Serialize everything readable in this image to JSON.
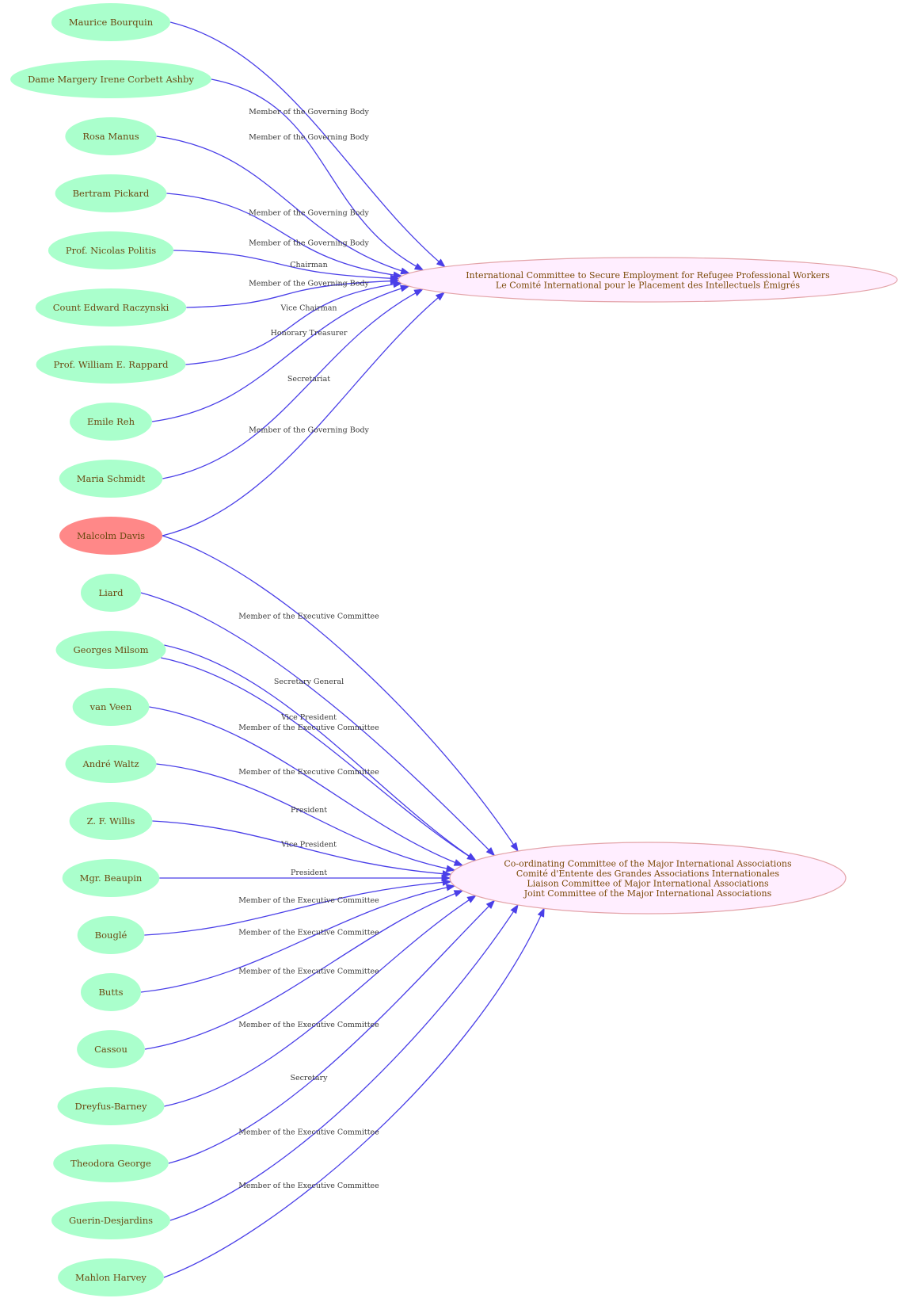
{
  "colors": {
    "person_fill": "#aaffcc",
    "highlight_fill": "#ff8888",
    "org_fill": "#ffeeff",
    "org_stroke": "#e3a3a8",
    "edge": "#4a3fe8",
    "text": "#6b4a12"
  },
  "organizations": [
    {
      "id": "icse",
      "lines": [
        "International Committee to Secure Employment for Refugee Professional Workers",
        "Le Comité International pour le Placement des Intellectuels Émigrés"
      ]
    },
    {
      "id": "ccmia",
      "lines": [
        "Co-ordinating Committee of the Major International Associations",
        "Comité d'Entente des Grandes Associations Internationales",
        "Liaison Committee of Major International Associations",
        "Joint Committee of the Major International Associations"
      ]
    }
  ],
  "persons": [
    {
      "name": "Maurice Bourquin",
      "highlight": false
    },
    {
      "name": "Dame Margery Irene Corbett Ashby",
      "highlight": false
    },
    {
      "name": "Rosa Manus",
      "highlight": false
    },
    {
      "name": "Bertram Pickard",
      "highlight": false
    },
    {
      "name": "Prof. Nicolas Politis",
      "highlight": false
    },
    {
      "name": "Count Edward Raczynski",
      "highlight": false
    },
    {
      "name": "Prof. William E. Rappard",
      "highlight": false
    },
    {
      "name": "Emile Reh",
      "highlight": false
    },
    {
      "name": "Maria Schmidt",
      "highlight": false
    },
    {
      "name": "Malcolm Davis",
      "highlight": true
    },
    {
      "name": "Liard",
      "highlight": false
    },
    {
      "name": "Georges Milsom",
      "highlight": false
    },
    {
      "name": "van Veen",
      "highlight": false
    },
    {
      "name": "André Waltz",
      "highlight": false
    },
    {
      "name": "Z. F. Willis",
      "highlight": false
    },
    {
      "name": "Mgr. Beaupin",
      "highlight": false
    },
    {
      "name": "Bouglé",
      "highlight": false
    },
    {
      "name": "Butts",
      "highlight": false
    },
    {
      "name": "Cassou",
      "highlight": false
    },
    {
      "name": "Dreyfus-Barney",
      "highlight": false
    },
    {
      "name": "Theodora George",
      "highlight": false
    },
    {
      "name": "Guerin-Desjardins",
      "highlight": false
    },
    {
      "name": "Mahlon Harvey",
      "highlight": false
    }
  ],
  "edges": [
    {
      "from": "Maurice Bourquin",
      "to": "icse",
      "label": "Member of the Governing Body"
    },
    {
      "from": "Dame Margery Irene Corbett Ashby",
      "to": "icse",
      "label": "Member of the Governing Body"
    },
    {
      "from": "Rosa Manus",
      "to": "icse",
      "label": "Member of the Governing Body"
    },
    {
      "from": "Bertram Pickard",
      "to": "icse",
      "label": "Member of the Governing Body"
    },
    {
      "from": "Prof. Nicolas Politis",
      "to": "icse",
      "label": "Chairman"
    },
    {
      "from": "Count Edward Raczynski",
      "to": "icse",
      "label": "Member of the Governing Body"
    },
    {
      "from": "Prof. William E. Rappard",
      "to": "icse",
      "label": "Vice Chairman"
    },
    {
      "from": "Emile Reh",
      "to": "icse",
      "label": "Honorary Treasurer"
    },
    {
      "from": "Maria Schmidt",
      "to": "icse",
      "label": "Secretariat"
    },
    {
      "from": "Malcolm Davis",
      "to": "icse",
      "label": "Member of the Governing Body"
    },
    {
      "from": "Malcolm Davis",
      "to": "ccmia",
      "label": "Member of the Executive Committee"
    },
    {
      "from": "Liard",
      "to": "ccmia",
      "label": "Secretary General"
    },
    {
      "from": "Georges Milsom",
      "to": "ccmia",
      "label": "Vice President"
    },
    {
      "from": "Georges Milsom",
      "to": "ccmia",
      "label": "Member of the Executive Committee"
    },
    {
      "from": "van Veen",
      "to": "ccmia",
      "label": "Member of the Executive Committee"
    },
    {
      "from": "André Waltz",
      "to": "ccmia",
      "label": "President"
    },
    {
      "from": "Z. F. Willis",
      "to": "ccmia",
      "label": "Vice President"
    },
    {
      "from": "Mgr. Beaupin",
      "to": "ccmia",
      "label": "President"
    },
    {
      "from": "Bouglé",
      "to": "ccmia",
      "label": "Member of the Executive Committee"
    },
    {
      "from": "Butts",
      "to": "ccmia",
      "label": "Member of the Executive Committee"
    },
    {
      "from": "Cassou",
      "to": "ccmia",
      "label": "Member of the Executive Committee"
    },
    {
      "from": "Dreyfus-Barney",
      "to": "ccmia",
      "label": "Member of the Executive Committee"
    },
    {
      "from": "Theodora George",
      "to": "ccmia",
      "label": "Secretary"
    },
    {
      "from": "Guerin-Desjardins",
      "to": "ccmia",
      "label": "Member of the Executive Committee"
    },
    {
      "from": "Mahlon Harvey",
      "to": "ccmia",
      "label": "Member of the Executive Committee"
    }
  ]
}
